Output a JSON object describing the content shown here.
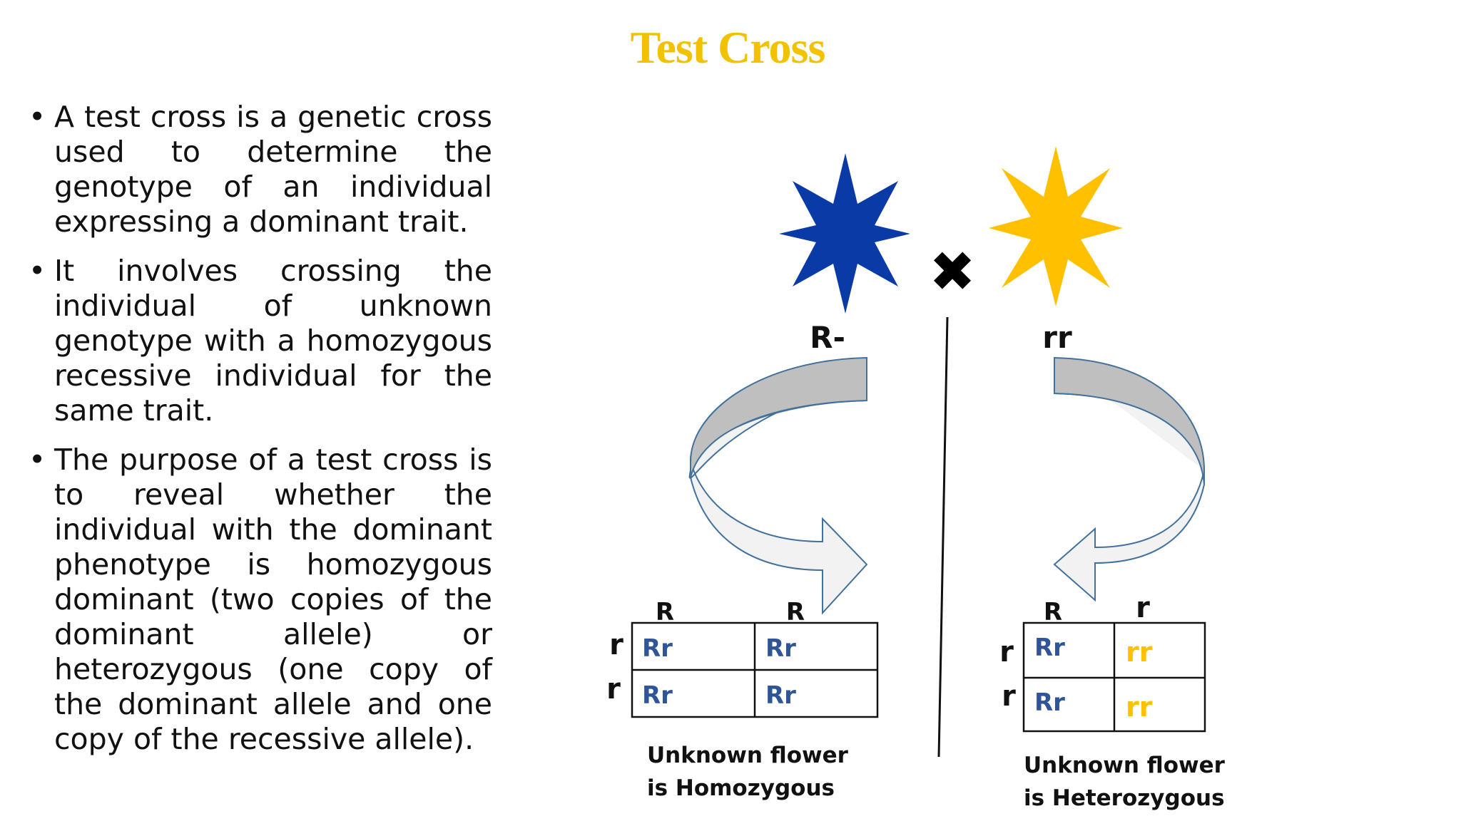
{
  "title": "Test Cross",
  "bullets": [
    "A test cross is a genetic cross used to determine the genotype of an individual expressing a dominant trait.",
    "It involves crossing the individual of unknown genotype with a homozygous recessive individual for the same trait.",
    "The purpose of a test cross is to reveal whether the individual with the dominant phenotype is homozygous dominant (two copies of the dominant allele) or heterozygous (one copy of the dominant allele and one copy of the recessive allele)."
  ],
  "colors": {
    "title": "#f2c200",
    "dominant_star": "#0a3aa6",
    "recessive_star": "#ffc000",
    "dominant_text": "#2f5597",
    "recessive_text": "#ffc000"
  },
  "parents": {
    "left_label": "R-",
    "right_label": "rr",
    "cross_symbol": "✖"
  },
  "left_square": {
    "top_alleles": [
      "R",
      "R"
    ],
    "side_alleles": [
      "r",
      "r"
    ],
    "cells": [
      [
        "Rr",
        "Rr"
      ],
      [
        "Rr",
        "Rr"
      ]
    ],
    "caption_line1": "Unknown flower",
    "caption_line2": "is Homozygous"
  },
  "right_square": {
    "top_alleles": [
      "R",
      "r"
    ],
    "side_alleles": [
      "r",
      "r"
    ],
    "cells": [
      [
        "Rr",
        "rr"
      ],
      [
        "Rr",
        "rr"
      ]
    ],
    "caption_line1": "Unknown flower",
    "caption_line2": "is Heterozygous"
  }
}
